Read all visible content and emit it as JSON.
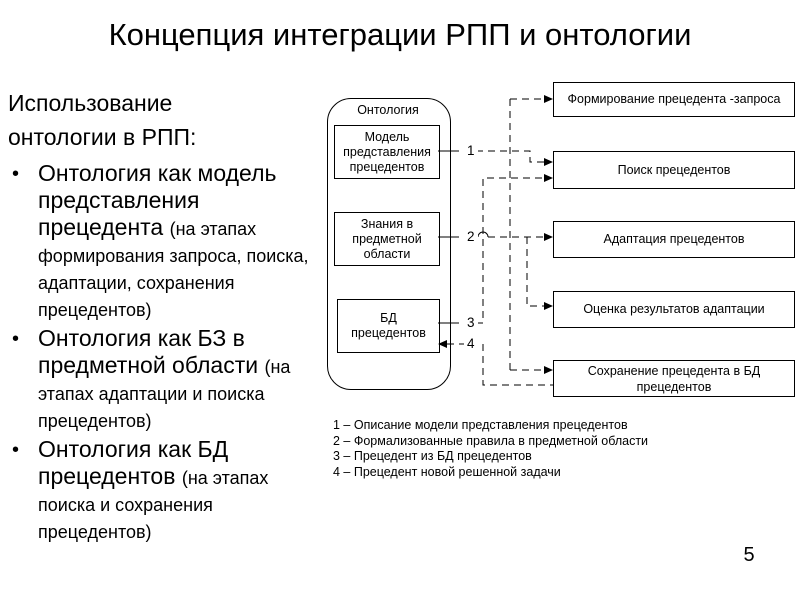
{
  "slide": {
    "title": "Концепция интеграции РПП и онтологии",
    "page_number": "5"
  },
  "left_panel": {
    "heading": "Использование онтологии в РПП:",
    "bullet_char": "•",
    "bullets": [
      {
        "main": "Онтология как модель представления прецедента",
        "note": "(на этапах формирования запроса, поиска, адаптации, сохранения прецедентов)"
      },
      {
        "main": "Онтология как БЗ в предметной области",
        "note": "(на этапах адаптации и поиска прецедентов)"
      },
      {
        "main": "Онтология как БД прецедентов",
        "note": "(на этапах поиска и сохранения прецедентов)"
      }
    ]
  },
  "diagram": {
    "ontology_group": {
      "label": "Онтология",
      "nodes": [
        "Модель представления прецедентов",
        "Знания в предметной области",
        "БД прецедентов"
      ]
    },
    "process_nodes": [
      "Формирование прецедента -запроса",
      "Поиск прецедентов",
      "Адаптация прецедентов",
      "Оценка результатов адаптации",
      "Сохранение прецедента в БД прецедентов"
    ],
    "connector_labels": [
      "1",
      "2",
      "3",
      "4"
    ],
    "legend": [
      "1 – Описание модели представления прецедентов",
      "2 – Формализованные правила в предметной области",
      "3 – Прецедент из БД прецедентов",
      "4 – Прецедент новой решенной задачи"
    ]
  },
  "colors": {
    "background": "#ffffff",
    "foreground": "#000000"
  }
}
